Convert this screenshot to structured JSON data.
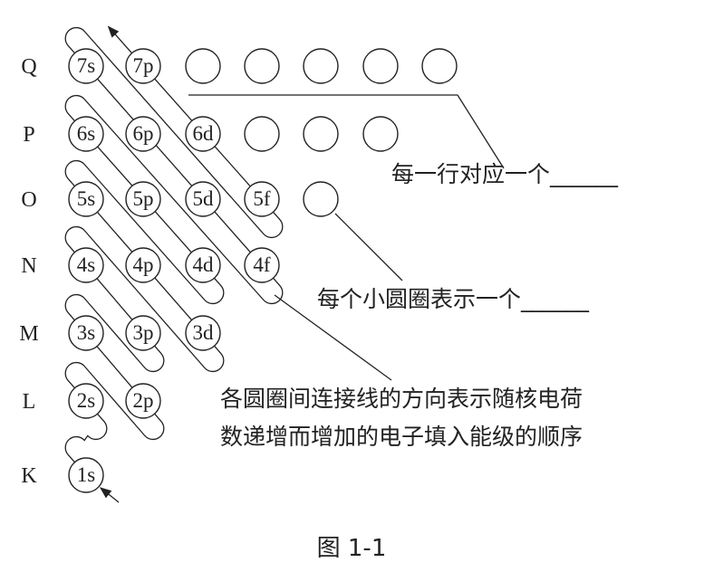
{
  "rows": [
    {
      "shell": "Q",
      "orbitals": [
        "7s",
        "7p",
        "",
        "",
        "",
        "",
        ""
      ]
    },
    {
      "shell": "P",
      "orbitals": [
        "6s",
        "6p",
        "6d",
        "",
        "",
        ""
      ]
    },
    {
      "shell": "O",
      "orbitals": [
        "5s",
        "5p",
        "5d",
        "5f",
        ""
      ]
    },
    {
      "shell": "N",
      "orbitals": [
        "4s",
        "4p",
        "4d",
        "4f"
      ]
    },
    {
      "shell": "M",
      "orbitals": [
        "3s",
        "3p",
        "3d"
      ]
    },
    {
      "shell": "L",
      "orbitals": [
        "2s",
        "2p"
      ]
    },
    {
      "shell": "K",
      "orbitals": [
        "1s"
      ]
    }
  ],
  "filling_order": [
    "1s",
    "2s",
    "2p",
    "3s",
    "3p",
    "4s",
    "3d",
    "4p",
    "5s",
    "4d",
    "5p",
    "6s",
    "4f",
    "5d",
    "6p",
    "7s",
    "5f",
    "6d",
    "7p"
  ],
  "annotations": {
    "row_note": "每一行对应一个______",
    "circle_note": "每个小圆圈表示一个______",
    "line_note_1": "各圆圈间连接线的方向表示随核电荷",
    "line_note_2": "数递增而增加的电子填入能级的顺序"
  },
  "caption": "图 1-1"
}
